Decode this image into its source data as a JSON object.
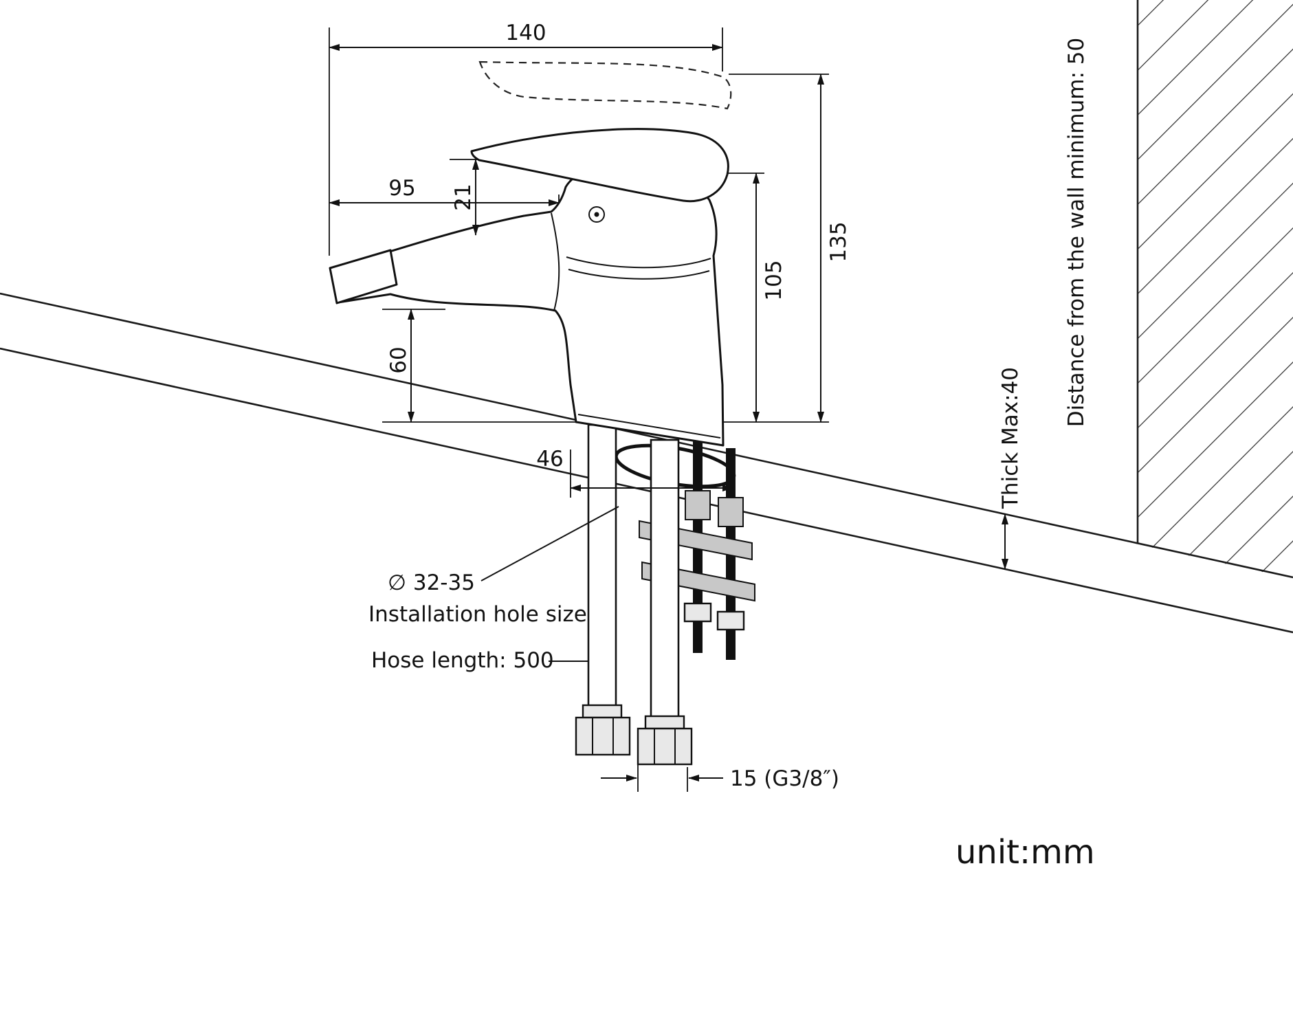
{
  "meta": {
    "unit_label": "unit:mm"
  },
  "dimensions": {
    "overall_length": "140",
    "spout_reach": "95",
    "handle_clearance": "21",
    "overall_height": "135",
    "body_height": "105",
    "spout_outlet_height": "60",
    "deck_hole_span": "46",
    "hole_diameter": "∅ 32-35",
    "hole_caption": "Installation hole size",
    "hose_length": "Hose length: 500",
    "supply_connector": "15 (G3/8″)",
    "deck_thickness": "Thick Max:40",
    "wall_distance": "Distance from the wall minimum: 50"
  }
}
